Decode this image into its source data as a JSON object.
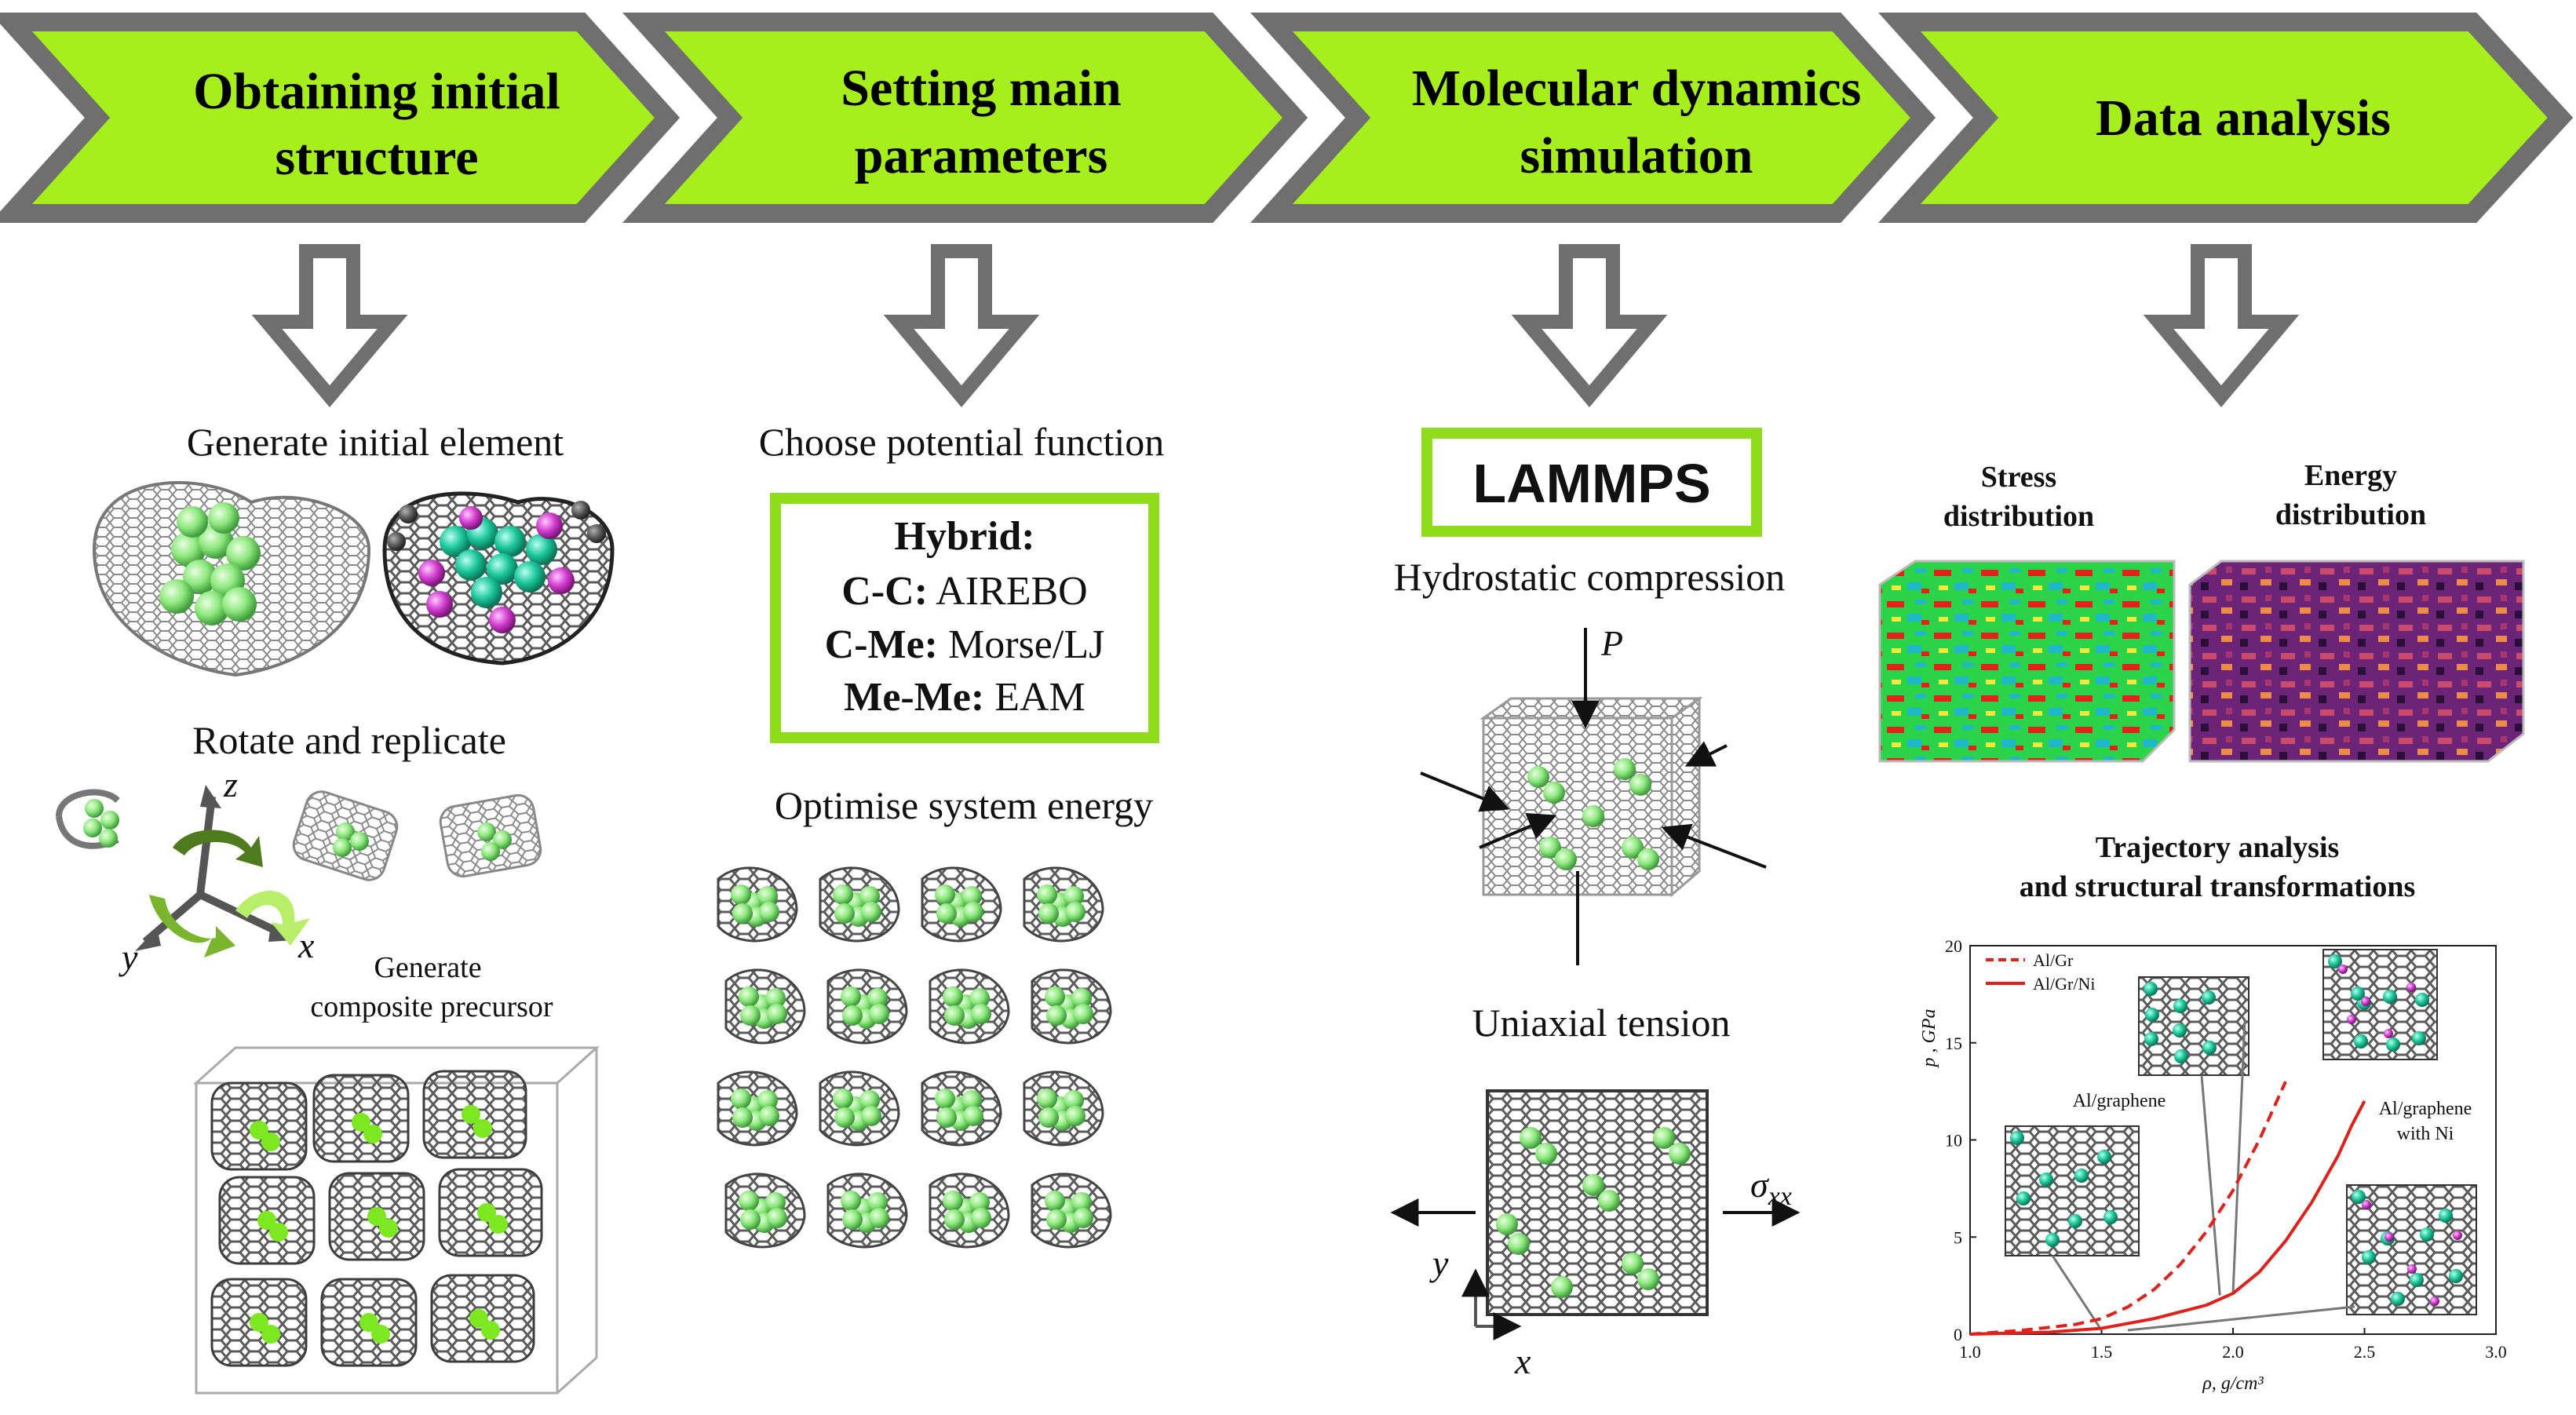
{
  "stages": [
    {
      "line1": "Obtaining initial",
      "line2": "structure"
    },
    {
      "line1": "Setting main",
      "line2": "parameters"
    },
    {
      "line1": "Molecular dynamics",
      "line2": "simulation"
    },
    {
      "line1": "Data analysis",
      "line2": ""
    }
  ],
  "col1": {
    "generate_element": "Generate initial element",
    "rotate_replicate": "Rotate and replicate",
    "axis_z": "z",
    "axis_y": "y",
    "axis_x": "x",
    "precursor_line1": "Generate",
    "precursor_line2": "composite precursor"
  },
  "col2": {
    "choose_potential": "Choose potential function",
    "potential_box": {
      "title": "Hybrid:",
      "rows": [
        {
          "key": "C-C:",
          "value": " AIREBO"
        },
        {
          "key": "C-Me:",
          "value": " Morse/LJ"
        },
        {
          "key": "Me-Me:",
          "value": " EAM"
        }
      ]
    },
    "optimise": "Optimise system energy"
  },
  "col3": {
    "lammps": "LAMMPS",
    "hydrostatic": "Hydrostatic compression",
    "pressure_symbol": "P",
    "uniaxial": "Uniaxial tension",
    "sigma": "σ",
    "sigma_sub": "xx",
    "axis_y": "y",
    "axis_x": "x"
  },
  "col4": {
    "stress_line1": "Stress",
    "stress_line2": "distribution",
    "energy_line1": "Energy",
    "energy_line2": "distribution",
    "trajectory_line1": "Trajectory analysis",
    "trajectory_line2": "and structural transformations"
  },
  "colors": {
    "banner_fill": "#a6ee1c",
    "banner_stroke": "#6f6f6f",
    "box_border": "#8fdc1a",
    "arrow_gray": "#6f6f6f",
    "curve_red": "#e0201b",
    "graphene_gray": "#5c5c5c",
    "metal_green": "#8ee87e",
    "metal_teal": "#1bc79a",
    "nickel_magenta": "#d23dcf",
    "energy_purple": "#6b2477"
  },
  "chart_data": {
    "type": "line",
    "title": "",
    "xlabel": "ρ, g/cm³",
    "ylabel": "p , GPa",
    "xlim": [
      1.0,
      3.0
    ],
    "ylim": [
      0,
      20
    ],
    "x_ticks": [
      "1.0",
      "1.5",
      "2.0",
      "2.5",
      "3.0"
    ],
    "y_ticks": [
      "0",
      "5",
      "10",
      "15",
      "20"
    ],
    "series": [
      {
        "name": "Al/Gr",
        "style": "dashed",
        "x": [
          1.0,
          1.2,
          1.4,
          1.5,
          1.6,
          1.7,
          1.8,
          1.9,
          2.0,
          2.1,
          2.15,
          2.2
        ],
        "y": [
          0.0,
          0.2,
          0.5,
          0.8,
          1.4,
          2.3,
          3.6,
          5.3,
          7.4,
          10.0,
          11.5,
          13.0
        ]
      },
      {
        "name": "Al/Gr/Ni",
        "style": "solid",
        "x": [
          1.0,
          1.3,
          1.5,
          1.7,
          1.9,
          2.0,
          2.1,
          2.2,
          2.3,
          2.4,
          2.45,
          2.5
        ],
        "y": [
          0.0,
          0.1,
          0.3,
          0.8,
          1.5,
          2.1,
          3.2,
          4.8,
          6.8,
          9.2,
          10.7,
          12.0
        ]
      }
    ],
    "annotations": [
      "Al/graphene",
      "Al/graphene with Ni"
    ],
    "legend": "top-left"
  }
}
